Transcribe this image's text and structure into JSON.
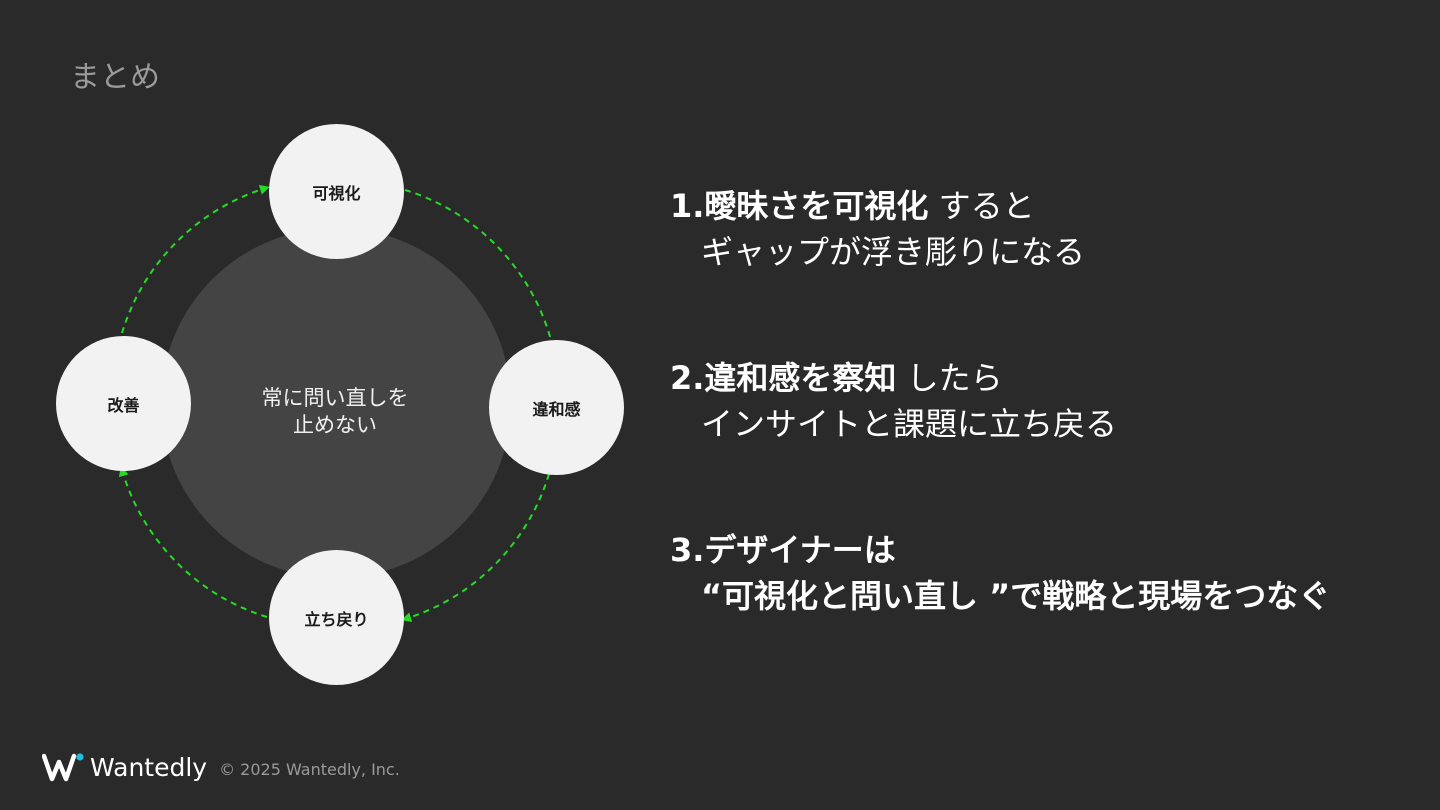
{
  "slide": {
    "title": "まとめ"
  },
  "cycle": {
    "center": [
      "常に問い直しを",
      "止めない"
    ],
    "nodes": {
      "top": "可視化",
      "right": "違和感",
      "bottom": "立ち戻り",
      "left": "改善"
    }
  },
  "points": [
    {
      "num": "1.",
      "strong": "曖昧さを可視化",
      "rest": " すると",
      "line2": "ギャップが浮き彫りになる"
    },
    {
      "num": "2.",
      "strong": "違和感を察知",
      "rest": " したら",
      "line2": "インサイトと課題に立ち戻る"
    },
    {
      "num": "3.",
      "strong": "デザイナーは",
      "rest": "",
      "line2": "“可視化と問い直し ”で戦略と現場をつなぐ"
    }
  ],
  "footer": {
    "brand": "Wantedly",
    "copyright": "© 2025 Wantedly, Inc."
  },
  "colors": {
    "background": "#2a2a2a",
    "node": "#f2f2f2",
    "center": "#444444",
    "arrow": "#22dd22"
  },
  "icons": {
    "brand_logo": "wantedly-logo-icon"
  }
}
